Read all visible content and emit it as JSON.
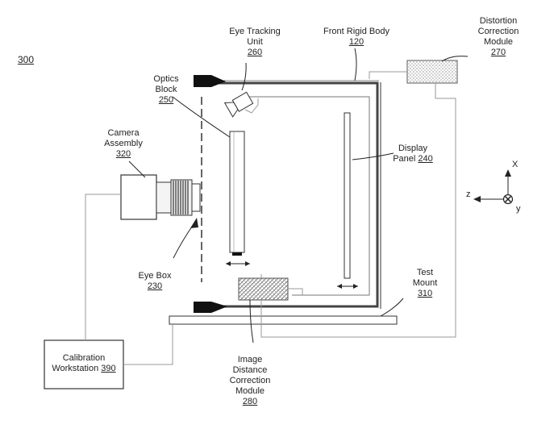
{
  "figure_number": "300",
  "labels": {
    "eye_tracking": {
      "line1": "Eye Tracking",
      "line2": "Unit",
      "ref": "260"
    },
    "front_rigid_body": {
      "line1": "Front Rigid Body",
      "ref": "120"
    },
    "distortion": {
      "line1": "Distortion",
      "line2": "Correction",
      "line3": "Module",
      "ref": "270"
    },
    "optics": {
      "line1": "Optics",
      "line2": "Block",
      "ref": "250"
    },
    "camera": {
      "line1": "Camera",
      "line2": "Assembly",
      "ref": "320"
    },
    "display": {
      "line1": "Display",
      "line2": "Panel",
      "ref": "240"
    },
    "eye_box": {
      "line1": "Eye Box",
      "ref": "230"
    },
    "test_mount": {
      "line1": "Test",
      "line2": "Mount",
      "ref": "310"
    },
    "calibration": {
      "line1": "Calibration",
      "line2": "Workstation",
      "ref": "390"
    },
    "image_distance": {
      "line1": "Image",
      "line2": "Distance",
      "line3": "Correction",
      "line4": "Module",
      "ref": "280"
    }
  },
  "axes": {
    "x": "X",
    "z": "z",
    "y": "y"
  }
}
